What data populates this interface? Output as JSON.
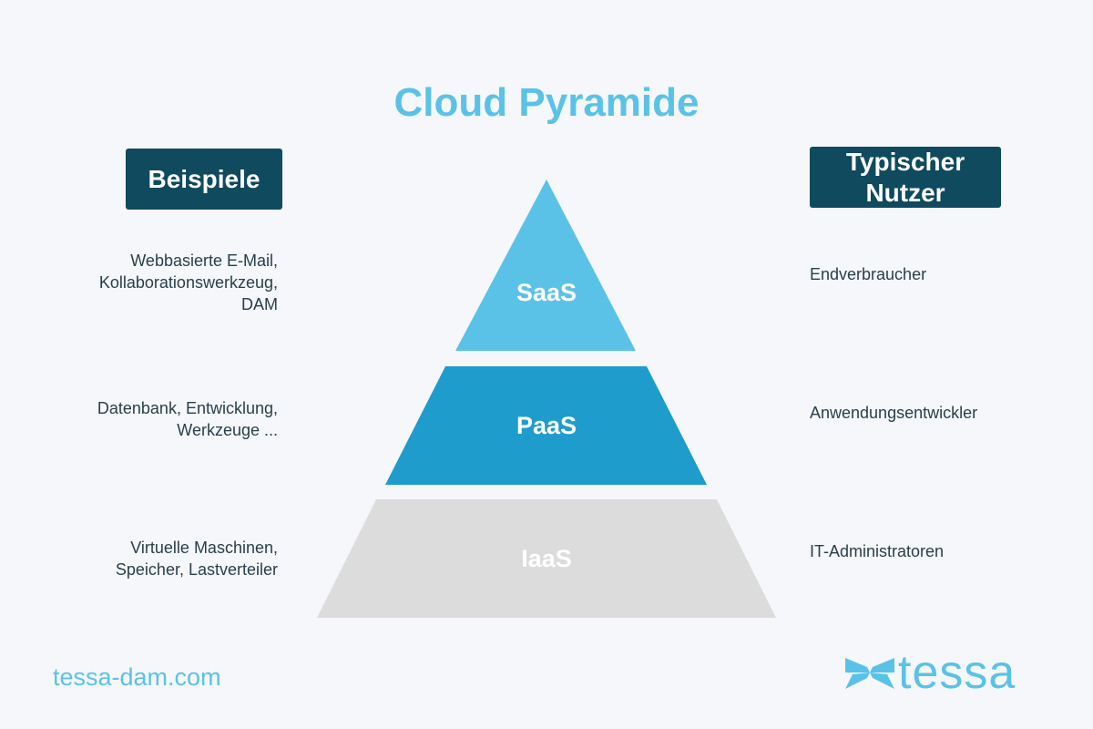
{
  "title": "Cloud Pyramide",
  "left_header": "Beispiele",
  "right_header": "Typischer Nutzer",
  "levels": [
    {
      "name": "SaaS",
      "examples": "Webbasierte E-Mail,\nKollaborationswerkzeug,\nDAM",
      "user": "Endverbraucher",
      "color": "#5bc2e7"
    },
    {
      "name": "PaaS",
      "examples": "Datenbank, Entwicklung,\nWerkzeuge ...",
      "user": "Anwendungsentwickler",
      "color": "#1e9ccb"
    },
    {
      "name": "IaaS",
      "examples": "Virtuelle Maschinen,\nSpeicher, Lastverteiler",
      "user": "IT-Administratoren",
      "color": "#dcdcdc"
    }
  ],
  "footer_url": "tessa-dam.com",
  "logo_text": "tessa"
}
